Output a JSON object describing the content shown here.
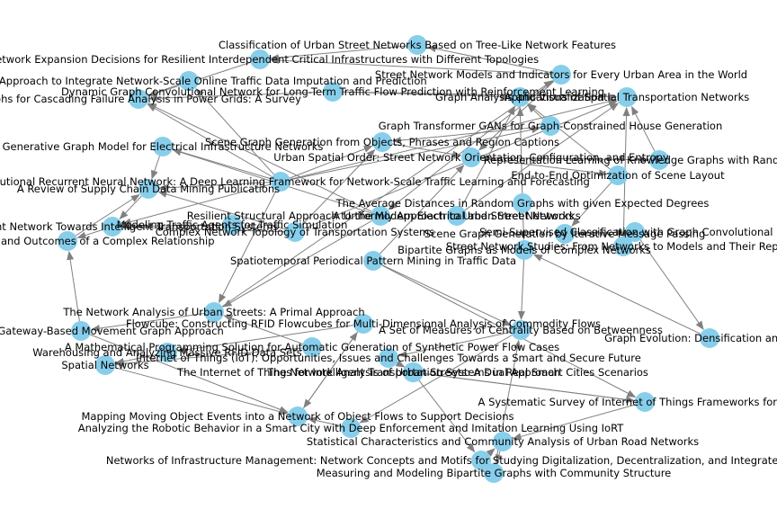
{
  "graph": {
    "node_color": "#87ceeb",
    "edge_color": "#808080",
    "nodes": [
      {
        "id": "n1",
        "label": "Classification of Urban Street Networks Based on Tree-Like Network Features"
      },
      {
        "id": "n2",
        "label": "f Network Expansion Decisions for Resilient Interdependent Critical Infrastructures with Different Topologies"
      },
      {
        "id": "n3",
        "label": "Street Network Models and Indicators for Every Urban Area in the World"
      },
      {
        "id": "n4",
        "label": "Learning Approach to Integrate Network-Scale Online Traffic Data Imputation and Prediction"
      },
      {
        "id": "n5",
        "label": "Dynamic Graph Convolutional Network for Long-Term Traffic Flow Prediction with Reinforcement Learning"
      },
      {
        "id": "n6",
        "label": "Graphs for Cascading Failure Analysis in Power Grids: A Survey"
      },
      {
        "id": "n7",
        "label": "Graph Analysis and Visualization"
      },
      {
        "id": "n8",
        "label": "Applications of Spatial Transportation Networks"
      },
      {
        "id": "n9",
        "label": "Graph Transformer GANs for Graph-Constrained House Generation"
      },
      {
        "id": "n10",
        "label": "Scene Graph Generation from Objects, Phrases and Region Captions"
      },
      {
        "id": "n11",
        "label": "Generative Graph Model for Electrical Infrastructure Networks"
      },
      {
        "id": "n12",
        "label": "Urban Spatial Order: Street Network Orientation, Configuration, and Entropy"
      },
      {
        "id": "n13",
        "label": "Representation Learning of Knowledge Graphs with Random Walk G"
      },
      {
        "id": "n14",
        "label": "End-to-End Optimization of Scene Layout"
      },
      {
        "id": "n15",
        "label": "onvolutional Recurrent Neural Network: A Deep Learning Framework for Network-Scale Traffic Learning and Forecasting"
      },
      {
        "id": "n16",
        "label": "A Review of Supply Chain Data Mining Publications"
      },
      {
        "id": "n17",
        "label": "The Average Distances in Random Graphs with given Expected Degrees"
      },
      {
        "id": "n18",
        "label": "Resilient Structural Approach to the Modern Electrical and Street Networks"
      },
      {
        "id": "n19",
        "label": "A Uniformly Approach to Urban Street Networks"
      },
      {
        "id": "n20",
        "label": "Refinement Network Towards Intelligent Transportation Systems"
      },
      {
        "id": "n21",
        "label": "Semi-Supervised Classification with Graph Convolutional Ne"
      },
      {
        "id": "n22",
        "label": "Complex Network Topology of Transportation Systems"
      },
      {
        "id": "n23",
        "label": "Modeling Traffic Agents for Traffic Simulation"
      },
      {
        "id": "n24",
        "label": "Scene Graph Generation by Iterative Message Passing"
      },
      {
        "id": "n25",
        "label": "cience: Review and Outcomes of a Complex Relationship"
      },
      {
        "id": "n26",
        "label": "Bipartite Graphs as Models of Complex Networks"
      },
      {
        "id": "n27",
        "label": "Street Network Studies: From Networks to Models and Their Represe"
      },
      {
        "id": "n28",
        "label": "Spatiotemporal Periodical Pattern Mining in Traffic Data"
      },
      {
        "id": "n29",
        "label": "The Network Analysis of Urban Streets: A Primal Approach"
      },
      {
        "id": "n30",
        "label": "Flowcube: Constructing RFID Flowcubes for Multi-Dimensional Analysis of Commodity Flows"
      },
      {
        "id": "n31",
        "label": "ata Sets: A Gateway-Based Movement Graph Approach"
      },
      {
        "id": "n32",
        "label": "A Set of Measures of Centrality Based on Betweenness"
      },
      {
        "id": "n33",
        "label": "Graph Evolution: Densification and Shrin"
      },
      {
        "id": "n34",
        "label": "A Mathematical Programming Solution for Automatic Generation of Synthetic Power Flow Cases"
      },
      {
        "id": "n35",
        "label": "Warehousing and Analyzing Massive RFID Data Sets"
      },
      {
        "id": "n36",
        "label": "Internet of Things (IoT): Opportunities, Issues and Challenges Towards a Smart and Secure Future"
      },
      {
        "id": "n37",
        "label": "The Network Analysis of Urban Streets: A Dual Approach"
      },
      {
        "id": "n38",
        "label": "Spatial Networks"
      },
      {
        "id": "n39",
        "label": "The Internet of Things for Intelligent Transportation Systems in Real Smart Cities Scenarios"
      },
      {
        "id": "n40",
        "label": "A Systematic Survey of Internet of Things Frameworks for Smart"
      },
      {
        "id": "n41",
        "label": "Mapping Moving Object Events into a Network of Object Flows to Support Decisions"
      },
      {
        "id": "n42",
        "label": "Analyzing the Robotic Behavior in a Smart City with Deep Enforcement and Imitation Learning Using IoRT"
      },
      {
        "id": "n43",
        "label": "Statistical Characteristics and Community Analysis of Urban Road Networks"
      },
      {
        "id": "n44",
        "label": "Networks of Infrastructure Management: Network Concepts and Motifs for Studying Digitalization, Decentralization, and Integrated Management"
      },
      {
        "id": "n45",
        "label": "Measuring and Modeling Bipartite Graphs with Community Structure"
      }
    ],
    "edges": [
      [
        "n15",
        "n4"
      ],
      [
        "n15",
        "n11"
      ],
      [
        "n15",
        "n16"
      ],
      [
        "n15",
        "n10"
      ],
      [
        "n15",
        "n6"
      ],
      [
        "n15",
        "n20"
      ],
      [
        "n15",
        "n9"
      ],
      [
        "n15",
        "n29"
      ],
      [
        "n15",
        "n8"
      ],
      [
        "n1",
        "n2"
      ],
      [
        "n3",
        "n2"
      ],
      [
        "n3",
        "n1"
      ],
      [
        "n3",
        "n12"
      ],
      [
        "n3",
        "n18"
      ],
      [
        "n5",
        "n6"
      ],
      [
        "n5",
        "n8"
      ],
      [
        "n5",
        "n7"
      ],
      [
        "n4",
        "n6"
      ],
      [
        "n9",
        "n10"
      ],
      [
        "n9",
        "n7"
      ],
      [
        "n10",
        "n12"
      ],
      [
        "n12",
        "n14"
      ],
      [
        "n12",
        "n13"
      ],
      [
        "n13",
        "n8"
      ],
      [
        "n14",
        "n7"
      ],
      [
        "n14",
        "n24"
      ],
      [
        "n17",
        "n7"
      ],
      [
        "n17",
        "n26"
      ],
      [
        "n18",
        "n11"
      ],
      [
        "n18",
        "n6"
      ],
      [
        "n18",
        "n29"
      ],
      [
        "n19",
        "n8"
      ],
      [
        "n19",
        "n7"
      ],
      [
        "n22",
        "n16"
      ],
      [
        "n22",
        "n10"
      ],
      [
        "n22",
        "n8"
      ],
      [
        "n22",
        "n20"
      ],
      [
        "n23",
        "n20"
      ],
      [
        "n24",
        "n21"
      ],
      [
        "n21",
        "n33"
      ],
      [
        "n26",
        "n32"
      ],
      [
        "n27",
        "n8"
      ],
      [
        "n28",
        "n32"
      ],
      [
        "n28",
        "n12"
      ],
      [
        "n28",
        "n40"
      ],
      [
        "n29",
        "n31"
      ],
      [
        "n29",
        "n3"
      ],
      [
        "n30",
        "n35"
      ],
      [
        "n30",
        "n41"
      ],
      [
        "n31",
        "n25"
      ],
      [
        "n31",
        "n41"
      ],
      [
        "n32",
        "n42"
      ],
      [
        "n32",
        "n36"
      ],
      [
        "n34",
        "n29"
      ],
      [
        "n34",
        "n38"
      ],
      [
        "n35",
        "n38"
      ],
      [
        "n36",
        "n37"
      ],
      [
        "n37",
        "n40"
      ],
      [
        "n38",
        "n41"
      ],
      [
        "n39",
        "n44"
      ],
      [
        "n39",
        "n40"
      ],
      [
        "n40",
        "n43"
      ],
      [
        "n42",
        "n41"
      ],
      [
        "n43",
        "n45"
      ],
      [
        "n44",
        "n43"
      ],
      [
        "n20",
        "n25"
      ],
      [
        "n16",
        "n20"
      ],
      [
        "n11",
        "n16"
      ],
      [
        "n25",
        "n16"
      ],
      [
        "n2",
        "n6"
      ],
      [
        "n33",
        "n26"
      ],
      [
        "n45",
        "n32"
      ],
      [
        "n41",
        "n30"
      ]
    ]
  }
}
